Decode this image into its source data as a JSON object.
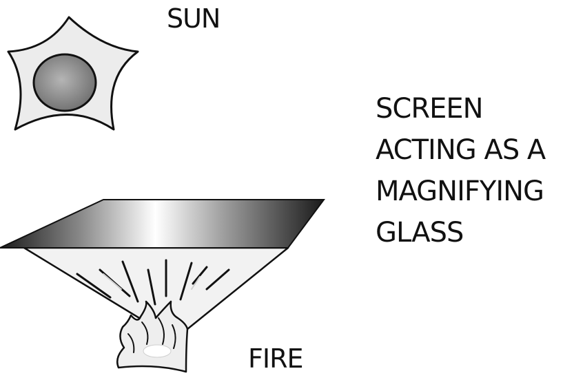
{
  "labels": {
    "sun": "SUN",
    "fire": "FIRE",
    "screen_lines": [
      "SCREEN",
      "ACTING AS A",
      "MAGNIFYING",
      "GLASS"
    ]
  },
  "colors": {
    "sun_body": "#ececec",
    "sun_core": "#8a8a8a",
    "screen_dark": "#1a1a1a",
    "screen_light": "#ffffff",
    "cone_fill": "#f2f2f2",
    "outline": "#111111"
  }
}
